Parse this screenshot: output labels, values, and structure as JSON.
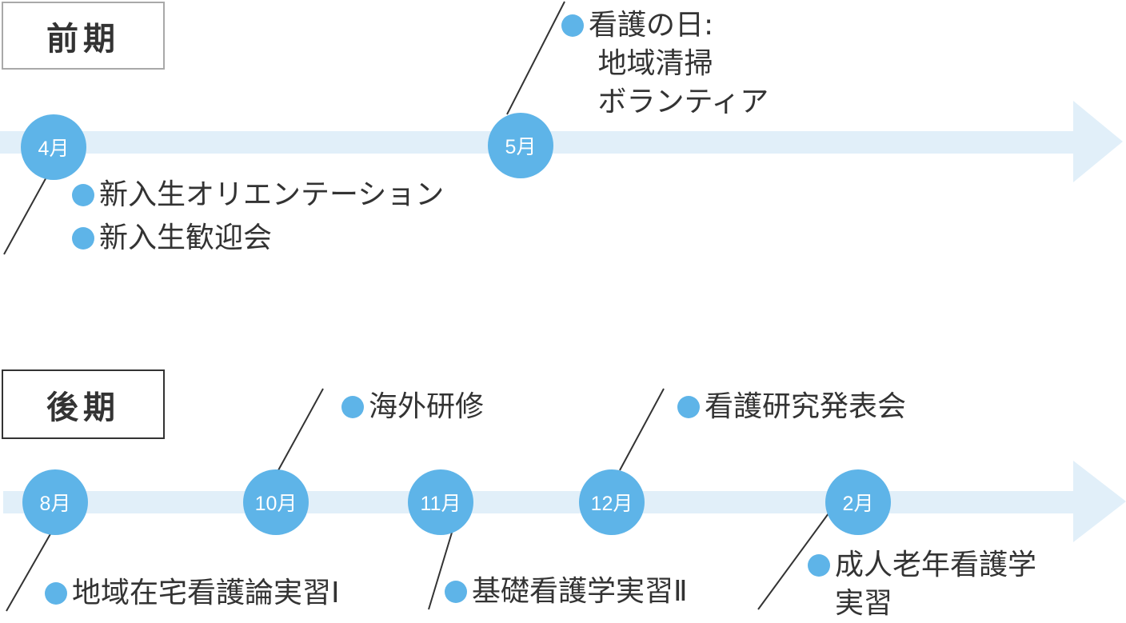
{
  "terms": {
    "first": "前期",
    "second": "後期"
  },
  "months": {
    "apr": "4月",
    "may": "5月",
    "aug": "8月",
    "oct": "10月",
    "nov": "11月",
    "dec": "12月",
    "feb": "2月"
  },
  "events": {
    "nursing_day": "看護の日:\n 地域清掃\n ボランティア",
    "orientation": "新入生オリエンテーション",
    "welcome": "新入生歓迎会",
    "overseas": "海外研修",
    "research": "看護研究発表会",
    "community": "地域在宅看護論実習Ⅰ",
    "basic": "基礎看護学実習Ⅱ",
    "adult": "成人老年看護学\n実習"
  },
  "colors": {
    "accent": "#5eb4e8",
    "arrow": "#e1eff9",
    "line": "#333333"
  }
}
